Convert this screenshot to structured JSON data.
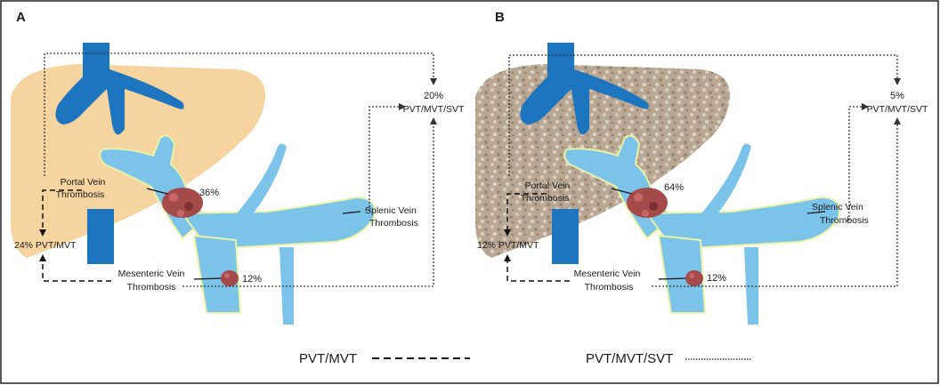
{
  "panels": [
    {
      "letter": "A",
      "portal_label_1": "Portal Vein",
      "portal_label_2": "Thrombosis",
      "portal_pct": "36%",
      "splenic_label_1": "Splenic Vein",
      "splenic_label_2": "Thrombosis",
      "mesenteric_label_1": "Mesenteric Vein",
      "mesenteric_label_2": "Thrombosis",
      "mesenteric_pct": "12%",
      "left_stat": "24% PVT/MVT",
      "right_pct": "20%",
      "right_label": "PVT/MVT/SVT",
      "liver_color": "#f6d4a0"
    },
    {
      "letter": "B",
      "portal_label_1": "Portal Vein",
      "portal_label_2": "Thrombosis",
      "portal_pct": "64%",
      "splenic_label_1": "Splenic Vein",
      "splenic_label_2": "Thrombosis",
      "mesenteric_label_1": "Mesenteric Vein",
      "mesenteric_label_2": "Thrombosis",
      "mesenteric_pct": "12%",
      "left_stat": "12% PVT/MVT",
      "right_pct": "5%",
      "right_label": "PVT/MVT/SVT",
      "liver_color": "#b9a793"
    }
  ],
  "legend": {
    "dashed_label": "PVT/MVT",
    "dotted_label": "PVT/MVT/SVT"
  },
  "colors": {
    "vein_blue": "#7cc3ea",
    "hepatic_blue": "#1d74bf",
    "clot_red": "#a54a4a"
  }
}
